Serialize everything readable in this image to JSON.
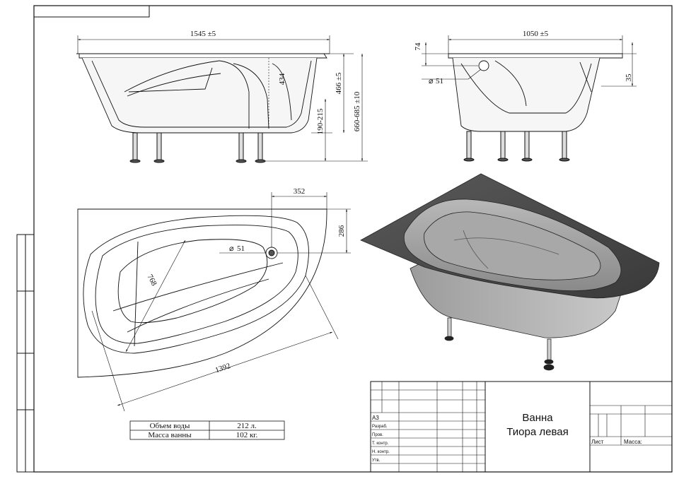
{
  "drawing": {
    "front_view": {
      "width": "1545 ±5",
      "depth_inner": "434",
      "height_rim": "466 ±5",
      "height_total": "660-685 ±10",
      "leg_height": "190-215"
    },
    "side_view": {
      "width": "1050 ±5",
      "rim_top": "74",
      "rim_side": "35",
      "drain": "51"
    },
    "top_view": {
      "offset": "352",
      "depth_corner": "286",
      "drain": "51",
      "inner_width": "768",
      "inner_length": "1392"
    }
  },
  "specs": [
    {
      "label": "Объем воды",
      "value": "212 л."
    },
    {
      "label": "Масса ванны",
      "value": "102 кг."
    }
  ],
  "title_block": {
    "format": "А3",
    "rows": [
      "Разраб.",
      "Пров.",
      "Т. контр.",
      "Н. контр.",
      "Утв."
    ],
    "name_line1": "Ванна",
    "name_line2": "Тиора левая",
    "sheet_label": "Лист",
    "mass_label": "Масса:"
  },
  "colors": {
    "line": "#111111",
    "tub_fill": "#4a4a4a",
    "tub_inner": "#9a9a9a"
  }
}
